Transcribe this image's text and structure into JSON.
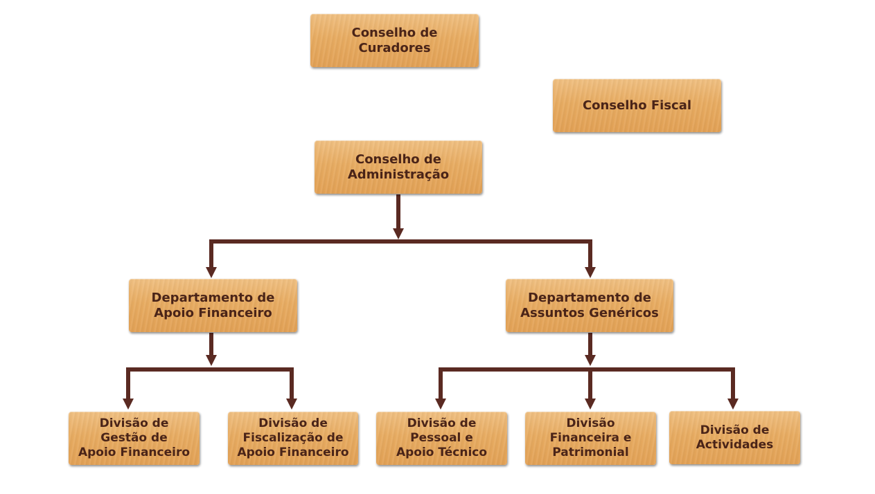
{
  "org_chart": {
    "curadores": "Conselho de Curadores",
    "fiscal": "Conselho Fiscal",
    "administracao": "Conselho de\nAdministração",
    "dept_apoio": "Departamento de\nApoio Financeiro",
    "dept_assuntos": "Departamento de\nAssuntos Genéricos",
    "div_gestao": "Divisão de\nGestão de\nApoio Financeiro",
    "div_fiscalizacao": "Divisão de\nFiscalização de\nApoio Financeiro",
    "div_pessoal": "Divisão de\nPessoal e\nApoio Técnico",
    "div_financeira": "Divisão\nFinanceira e\nPatrimonial",
    "div_actividades": "Divisão de\nActividades"
  },
  "colors": {
    "box_fill": "#e8ac62",
    "box_text": "#4a2418",
    "connector": "#5a2a22"
  }
}
